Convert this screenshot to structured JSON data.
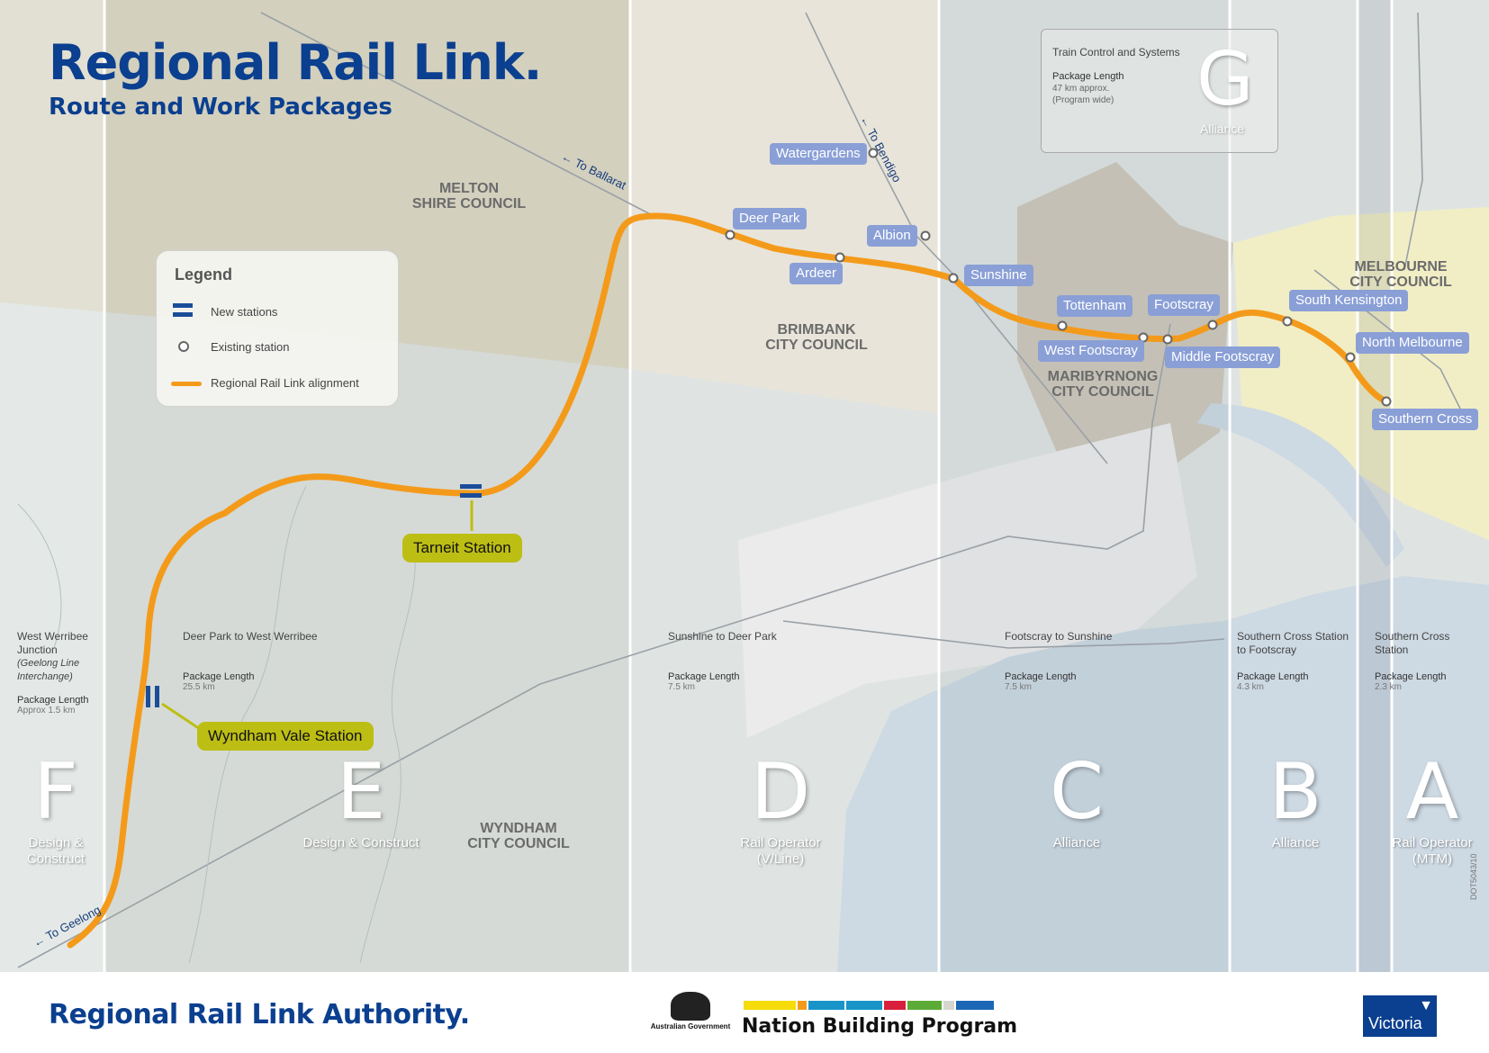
{
  "header": {
    "title": "Regional Rail Link.",
    "subtitle": "Route and Work Packages"
  },
  "legend": {
    "heading": "Legend",
    "items": [
      {
        "label": "New stations"
      },
      {
        "label": "Existing station"
      },
      {
        "label": "Regional Rail Link alignment"
      }
    ]
  },
  "alliance_box": {
    "title": "Train Control and Systems",
    "length_label": "Package Length",
    "length_value": "47 km approx.",
    "note": "(Program wide)",
    "letter": "G",
    "type": "Alliance"
  },
  "packages": [
    {
      "letter": "F",
      "type": [
        "Design &",
        "Construct"
      ],
      "name": [
        "West Werribee",
        "Junction"
      ],
      "note": [
        "(Geelong Line",
        "Interchange)"
      ],
      "length_label": "Package Length",
      "length_value": "Approx 1.5 km"
    },
    {
      "letter": "E",
      "type": [
        "Design & Construct"
      ],
      "name": [
        "Deer Park to West Werribee"
      ],
      "length_label": "Package Length",
      "length_value": "25.5 km"
    },
    {
      "letter": "D",
      "type": [
        "Rail Operator",
        "(V/Line)"
      ],
      "name": [
        "Sunshine to Deer Park"
      ],
      "length_label": "Package Length",
      "length_value": "7.5 km"
    },
    {
      "letter": "C",
      "type": [
        "Alliance"
      ],
      "name": [
        "Footscray to Sunshine"
      ],
      "length_label": "Package Length",
      "length_value": "7.5 km"
    },
    {
      "letter": "B",
      "type": [
        "Alliance"
      ],
      "name": [
        "Southern Cross Station",
        "to Footscray"
      ],
      "length_label": "Package Length",
      "length_value": "4.3 km"
    },
    {
      "letter": "A",
      "type": [
        "Rail Operator",
        "(MTM)"
      ],
      "name": [
        "Southern Cross",
        "Station"
      ],
      "length_label": "Package Length",
      "length_value": "2.3 km"
    }
  ],
  "councils": [
    {
      "lines": [
        "MELTON",
        "SHIRE COUNCIL"
      ]
    },
    {
      "lines": [
        "BRIMBANK",
        "CITY COUNCIL"
      ]
    },
    {
      "lines": [
        "MARIBYRNONG",
        "CITY COUNCIL"
      ]
    },
    {
      "lines": [
        "MELBOURNE",
        "CITY COUNCIL"
      ]
    },
    {
      "lines": [
        "WYNDHAM",
        "CITY COUNCIL"
      ]
    }
  ],
  "existing_stations": [
    "Watergardens",
    "Deer Park",
    "Albion",
    "Ardeer",
    "Sunshine",
    "Tottenham",
    "Footscray",
    "South Kensington",
    "West Footscray",
    "Middle Footscray",
    "North Melbourne",
    "Southern Cross"
  ],
  "new_stations": [
    "Tarneit Station",
    "Wyndham Vale Station"
  ],
  "directions": [
    "← To Ballarat",
    "← To Bendigo",
    "← To Geelong"
  ],
  "doc_code": "DOT5043/10",
  "footer": {
    "authority": "Regional Rail Link Authority.",
    "govt": "Australian Government",
    "program": "Nation Building Program",
    "victoria": "Victoria",
    "program_colors": [
      "#f5dc0a",
      "#f49a1a",
      "#1894c9",
      "#1894c9",
      "#d8203c",
      "#5cab37",
      "#d6d6d0",
      "#1b67b5"
    ]
  },
  "colors": {
    "alignment": "#f49a1a",
    "existing_label": "#8a9fd6",
    "new_label": "#bdbe14",
    "title": "#0b3f8f"
  }
}
